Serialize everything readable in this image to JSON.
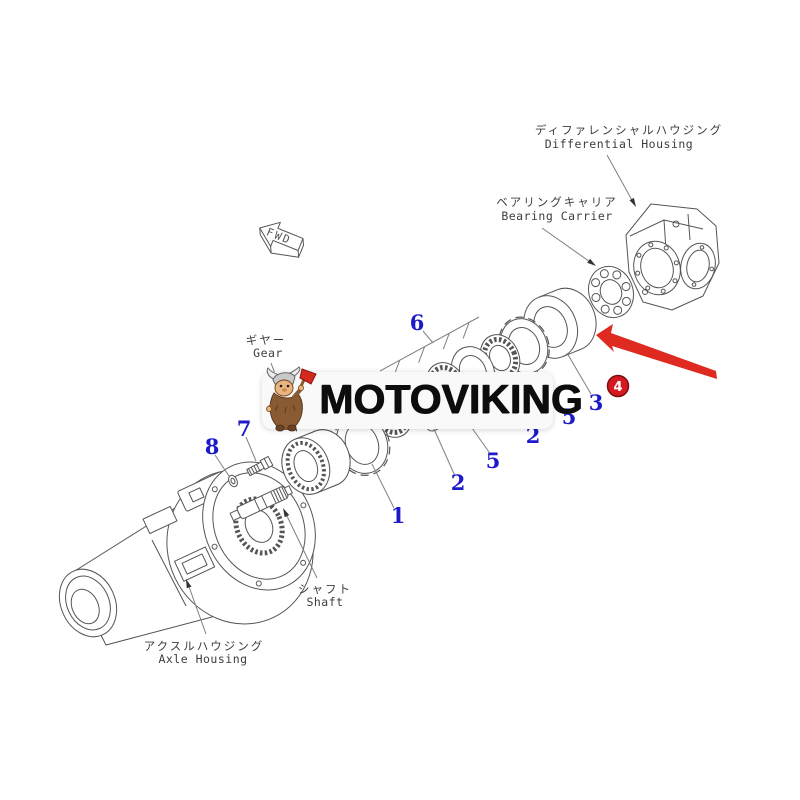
{
  "brand": {
    "name": "MOTOVIKING"
  },
  "direction_marker": {
    "label": "FWD"
  },
  "part_labels": {
    "differential_housing": {
      "jp": "ディファレンシャルハウジング",
      "en": "Differential Housing"
    },
    "bearing_carrier": {
      "jp": "ベアリングキャリア",
      "en": "Bearing Carrier"
    },
    "gear": {
      "jp": "ギヤー",
      "en": "Gear"
    },
    "shaft": {
      "jp": "シャフト",
      "en": "Shaft"
    },
    "axle_housing": {
      "jp": "アクスルハウジング",
      "en": "Axle Housing"
    }
  },
  "callouts": {
    "item_1": "1",
    "item_2_left": "2",
    "item_2_right": "2",
    "item_3": "3",
    "item_4_highlighted": "4",
    "item_5_left": "5",
    "item_5_right": "5",
    "item_6": "6",
    "item_7": "7",
    "item_8": "8"
  },
  "colors": {
    "callout_number": "#1c1ac9",
    "highlight_arrow": "#de2a20",
    "highlight_badge": "#d41920",
    "line_art": "#555555"
  }
}
